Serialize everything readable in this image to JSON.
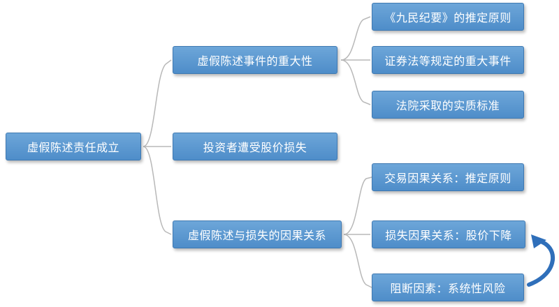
{
  "diagram": {
    "root": {
      "label": "虚假陈述责任成立"
    },
    "branches": [
      {
        "label": "虚假陈述事件的重大性",
        "children": [
          {
            "label": "《九民纪要》的推定原则"
          },
          {
            "label": "证券法等规定的重大事件"
          },
          {
            "label": "法院采取的实质标准"
          }
        ]
      },
      {
        "label": "投资者遭受股价损失",
        "children": []
      },
      {
        "label": "虚假陈述与损失的因果关系",
        "children": [
          {
            "label": "交易因果关系：推定原则"
          },
          {
            "label": "损失因果关系：股价下降"
          },
          {
            "label": "阻断因素：系统性风险"
          }
        ]
      }
    ]
  },
  "colors": {
    "node_fill_top": "#6da6d9",
    "node_fill_bottom": "#4e8dc9",
    "node_border": "#3f79b2",
    "connector": "#b8b8b8",
    "arrow": "#2f6fba"
  }
}
